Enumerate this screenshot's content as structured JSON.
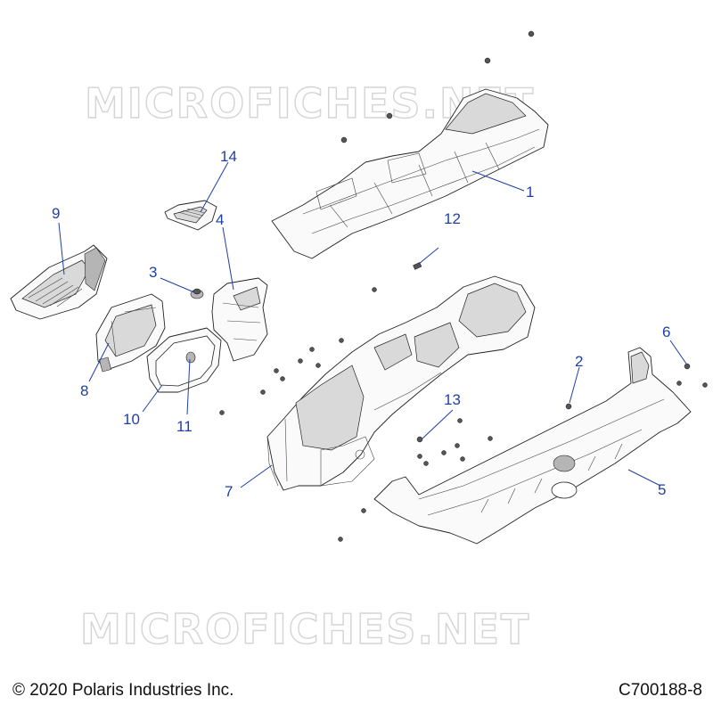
{
  "watermark": {
    "text": "MICROFICHES.NET"
  },
  "callouts": [
    {
      "number": "1"
    },
    {
      "number": "2"
    },
    {
      "number": "3"
    },
    {
      "number": "4"
    },
    {
      "number": "5"
    },
    {
      "number": "6"
    },
    {
      "number": "7"
    },
    {
      "number": "8"
    },
    {
      "number": "9"
    },
    {
      "number": "10"
    },
    {
      "number": "11"
    },
    {
      "number": "12"
    },
    {
      "number": "13"
    },
    {
      "number": "14"
    }
  ],
  "footer": {
    "copyright": "© 2020 Polaris Industries Inc.",
    "diagram_id": "C700188-8"
  },
  "colors": {
    "callout": "#1f3fa8",
    "line": "#222222",
    "watermark": "#d4d4d4"
  }
}
